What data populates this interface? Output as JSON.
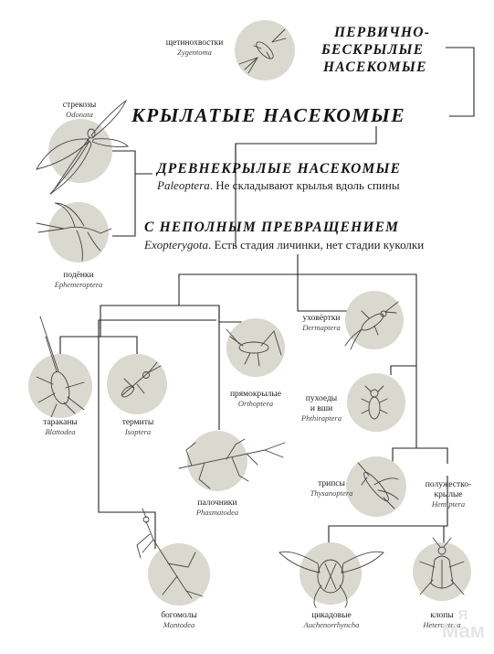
{
  "titles": {
    "primary_wingless_line1": "ПЕРВИЧНО-",
    "primary_wingless_line2": "БЕСКРЫЛЫЕ",
    "primary_wingless_line3": "НАСЕКОМЫЕ",
    "winged": "КРЫЛАТЫЕ НАСЕКОМЫЕ",
    "paleoptera": "ДРЕВНЕКРЫЛЫЕ НАСЕКОМЫЕ",
    "exopterygota": "С НЕПОЛНЫМ ПРЕВРАЩЕНИЕМ"
  },
  "descriptions": {
    "paleoptera_latin": "Paleoptera",
    "paleoptera_text": ". Не складывают крылья вдоль спины",
    "exopterygota_latin": "Exopterygota",
    "exopterygota_text": ". Есть стадия личинки, нет стадии куколки"
  },
  "taxa": {
    "zygentoma": {
      "ru": "щетинохвостки",
      "la": "Zygentoma",
      "icon": "silverfish-icon"
    },
    "odonata": {
      "ru": "стрекозы",
      "la": "Odonata",
      "icon": "dragonfly-icon"
    },
    "ephemeroptera": {
      "ru": "подёнки",
      "la": "Ephemeroptera",
      "icon": "mayfly-icon"
    },
    "dermaptera": {
      "ru": "уховёртки",
      "la": "Dermaptera",
      "icon": "earwig-icon"
    },
    "orthoptera": {
      "ru": "прямокрылые",
      "la": "Orthoptera",
      "icon": "grasshopper-icon"
    },
    "blattodea": {
      "ru": "тараканы",
      "la": "Blattodea",
      "icon": "cockroach-icon"
    },
    "isoptera": {
      "ru": "термиты",
      "la": "Isoptera",
      "icon": "termite-icon"
    },
    "phthiraptera": {
      "ru_line1": "пухоеды",
      "ru_line2": "и вши",
      "la": "Phthiraptera",
      "icon": "louse-icon"
    },
    "phasmatodea": {
      "ru": "палочники",
      "la": "Phasmatodea",
      "icon": "stick-insect-icon"
    },
    "thysanoptera": {
      "ru": "трипсы",
      "la": "Thysanoptera",
      "icon": "thrips-icon"
    },
    "hemiptera": {
      "ru_line1": "полужестко-",
      "ru_line2": "крылые",
      "la": "Hemiptera",
      "icon": "bug-icon"
    },
    "mantodea": {
      "ru": "богомолы",
      "la": "Mantodea",
      "icon": "mantis-icon"
    },
    "auchenorrhyncha": {
      "ru": "цикадовые",
      "la": "Auchenorrhyncha",
      "icon": "cicada-icon"
    },
    "heteroptera": {
      "ru": "клопы",
      "la": "Heteroptera",
      "icon": "true-bug-icon"
    }
  },
  "watermark": {
    "top": "Я",
    "bottom": "Мам"
  },
  "colors": {
    "circle": "#d9d9cf",
    "line": "#222222",
    "ink": "#444444"
  }
}
